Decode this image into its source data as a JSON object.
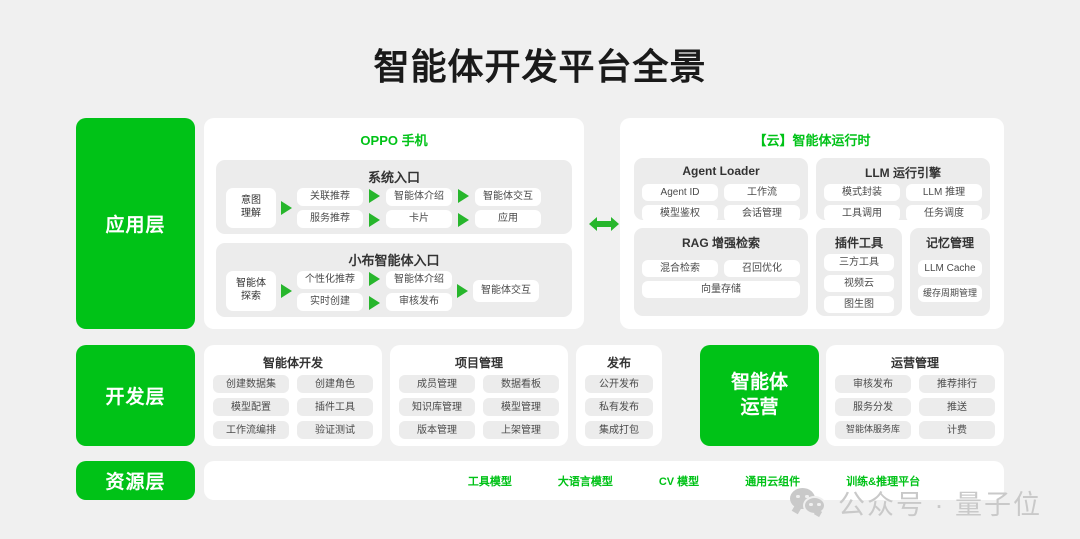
{
  "title": "智能体开发平台全景",
  "colors": {
    "brand_green": "#00c217",
    "arrow_green": "#27b62c",
    "panel_white": "#ffffff",
    "group_gray": "#ececec",
    "page_bg": "#f0f0f0"
  },
  "layers": [
    {
      "label": "应用层"
    },
    {
      "label": "开发层"
    },
    {
      "label": "资源层"
    }
  ],
  "application": {
    "oppo_panel": {
      "title": "OPPO 手机",
      "groups": [
        {
          "title": "系统入口",
          "start": "意图\n理解",
          "start_line1": "意图",
          "start_line2": "理解",
          "col1": [
            "关联推荐",
            "服务推荐"
          ],
          "col2": [
            "智能体介绍",
            "卡片"
          ],
          "col3": [
            "智能体交互",
            "应用"
          ]
        },
        {
          "title": "小布智能体入口",
          "start_line1": "智能体",
          "start_line2": "探索",
          "col1": [
            "个性化推荐",
            "实时创建"
          ],
          "col2": [
            "智能体介绍",
            "审核发布"
          ],
          "col3": [
            "智能体交互"
          ]
        }
      ]
    },
    "double_arrow": "double-arrow",
    "cloud_panel": {
      "title": "【云】智能体运行时",
      "boxes": [
        {
          "title": "Agent Loader",
          "items": [
            "Agent ID",
            "工作流",
            "模型鉴权",
            "会话管理"
          ]
        },
        {
          "title": "LLM 运行引擎",
          "items": [
            "模式封装",
            "LLM 推理",
            "工具调用",
            "任务调度"
          ]
        },
        {
          "title": "RAG 增强检索",
          "items": [
            "混合检索",
            "召回优化",
            "向量存储"
          ]
        },
        {
          "title": "插件工具",
          "items": [
            "三方工具",
            "视频云",
            "图生图"
          ]
        },
        {
          "title": "记忆管理",
          "items": [
            "LLM Cache",
            "缓存周期管理"
          ]
        }
      ]
    }
  },
  "development": {
    "cards": [
      {
        "title": "智能体开发",
        "items": [
          "创建数据集",
          "创建角色",
          "模型配置",
          "插件工具",
          "工作流编排",
          "验证测试"
        ]
      },
      {
        "title": "项目管理",
        "items": [
          "成员管理",
          "数据看板",
          "知识库管理",
          "模型管理",
          "版本管理",
          "上架管理"
        ]
      },
      {
        "title": "发布",
        "items": [
          "公开发布",
          "私有发布",
          "集成打包"
        ]
      },
      {
        "title": "运营管理",
        "items": [
          "审核发布",
          "推荐排行",
          "服务分发",
          "推送",
          "智能体服务库",
          "计费"
        ]
      }
    ],
    "highlight": {
      "line1": "智能体",
      "line2": "运营"
    }
  },
  "resource": {
    "items": [
      "工具模型",
      "大语言模型",
      "CV 模型",
      "通用云组件",
      "训练&推理平台"
    ]
  },
  "watermark": {
    "text": "公众号 · 量子位",
    "icon": "wechat-icon"
  }
}
